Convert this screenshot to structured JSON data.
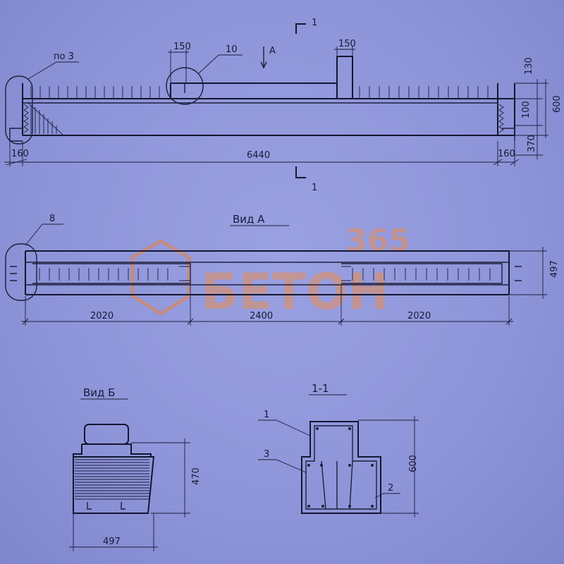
{
  "watermark": {
    "top": "365",
    "bottom": "БЕТОН"
  },
  "elevation": {
    "callout_left": "по 3",
    "callout_detail": "10",
    "view_arrow": "А",
    "section_mark_top": "1",
    "section_mark_bottom": "1",
    "dim_150_left": "150",
    "dim_150_right": "150",
    "dim_130": "130",
    "dim_100": "100",
    "dim_370": "370",
    "dim_600": "600",
    "dim_160_left": "160",
    "dim_6440": "6440",
    "dim_160_right": "160"
  },
  "view_a": {
    "title": "Вид А",
    "callout": "8",
    "dim_2020_left": "2020",
    "dim_2400": "2400",
    "dim_2020_right": "2020",
    "dim_497": "497"
  },
  "view_b": {
    "title": "Вид Б",
    "dim_470": "470",
    "dim_497": "497"
  },
  "section_11": {
    "title": "1-1",
    "callout_1": "1",
    "callout_2": "2",
    "callout_3": "3",
    "dim_600": "600"
  },
  "colors": {
    "paper": "#8c93d6",
    "ink": "#1d1f3a",
    "watermark": "#e8823c"
  }
}
